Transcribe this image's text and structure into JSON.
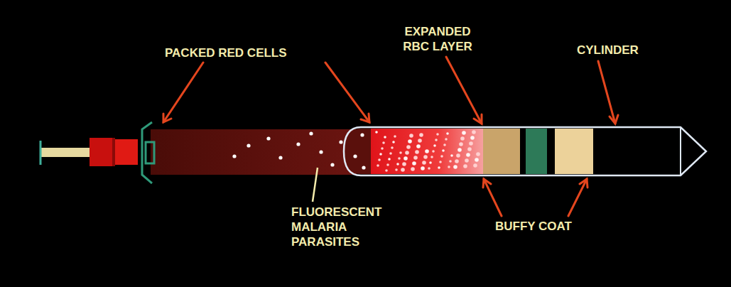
{
  "diagram": {
    "labels": [
      "PACKED RED CELLS",
      "EXPANDED RBC LAYER",
      "CYLINDER",
      "FLUORESCENT MALARIA PARASITES",
      "BUFFY COAT"
    ]
  }
}
